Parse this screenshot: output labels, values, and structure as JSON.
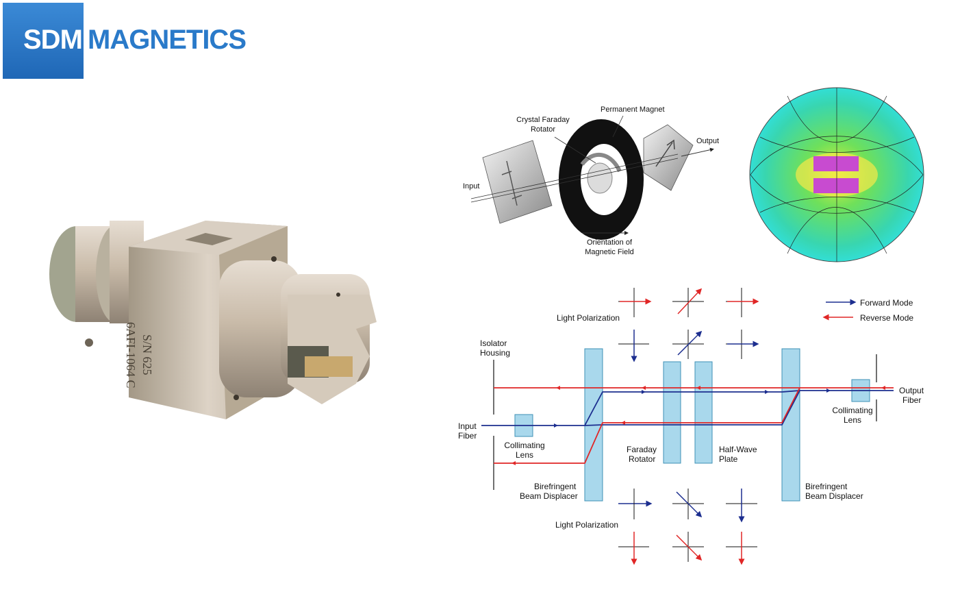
{
  "logo": {
    "part1": "SDM",
    "part2": "MAGNETICS"
  },
  "product": {
    "engraving_line1": "6AFI-1064 C",
    "engraving_line2": "S/N 625"
  },
  "faraday_diagram": {
    "permanent_magnet": "Permanent Magnet",
    "crystal_rotator_line1": "Crystal Faraday",
    "crystal_rotator_line2": "Rotator",
    "input": "Input",
    "output": "Output",
    "orientation_line1": "Orientation of",
    "orientation_line2": "Magnetic Field"
  },
  "isolator_diagram": {
    "legend": {
      "forward": "Forward Mode",
      "reverse": "Reverse Mode"
    },
    "light_polarization_top": "Light Polarization",
    "light_polarization_bottom": "Light Polarization",
    "isolator_housing_line1": "Isolator",
    "isolator_housing_line2": "Housing",
    "input_fiber_line1": "Input",
    "input_fiber_line2": "Fiber",
    "output_fiber_line1": "Output",
    "output_fiber_line2": "Fiber",
    "collimating_left_line1": "Collimating",
    "collimating_left_line2": "Lens",
    "collimating_right_line1": "Collimating",
    "collimating_right_line2": "Lens",
    "faraday_line1": "Faraday",
    "faraday_line2": "Rotator",
    "halfwave_line1": "Half-Wave",
    "halfwave_line2": "Plate",
    "bire_left_line1": "Birefringent",
    "bire_left_line2": "Beam Displacer",
    "bire_right_line1": "Birefringent",
    "bire_right_line2": "Beam Displacer"
  },
  "colors": {
    "forward": "#1c2e8f",
    "reverse": "#e02626",
    "optic_fill": "#a9d8ec",
    "logo_blue": "#2a7ac9"
  }
}
